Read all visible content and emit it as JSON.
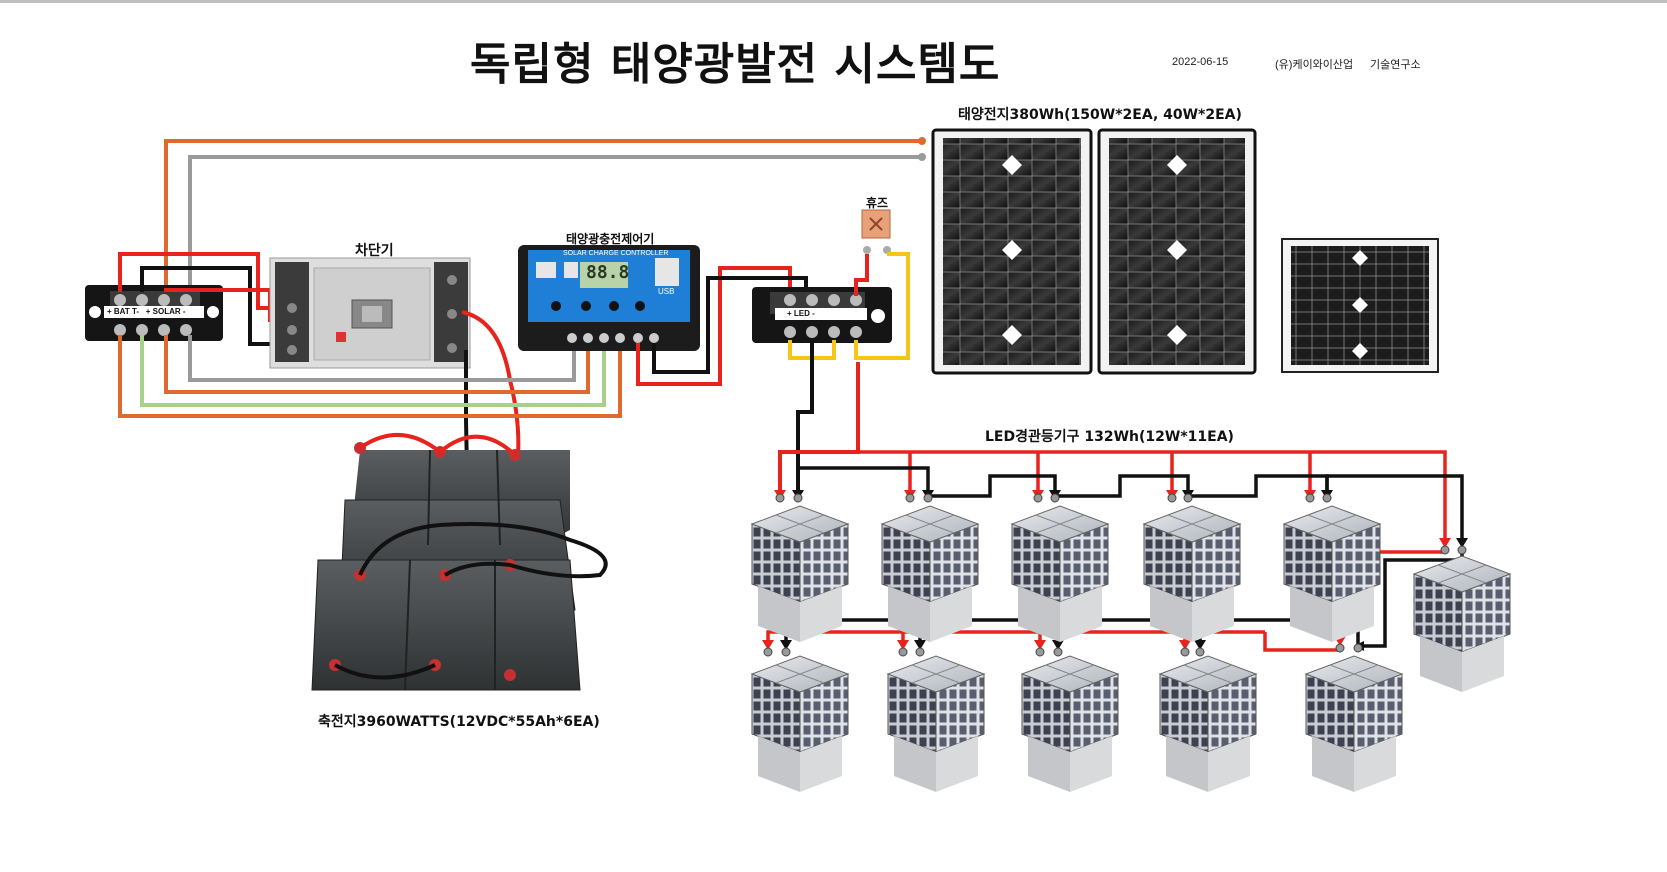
{
  "header": {
    "title": "독립형 태양광발전 시스템도",
    "date": "2022-06-15",
    "company": "(유)케이와이산업",
    "department": "기술연구소"
  },
  "components": {
    "solar_panels_label": "태양전지380Wh(150W*2EA, 40W*2EA)",
    "fuse_label": "휴즈",
    "breaker_label": "차단기",
    "controller_label": "태양광충전제어기",
    "controller_panel_text": "SOLAR CHARGE CONTROLLER",
    "controller_display": "88.8",
    "controller_usb": "USB",
    "terminal_left_text": "+ BAT T-   + SOLAR -",
    "terminal_right_text": "+ LED -",
    "battery_label": "축전지3960WATTS(12VDC*55Ah*6EA)",
    "led_label": "LED경관등기구 132Wh(12W*11EA)"
  },
  "colors": {
    "positive_wire": "#e8231d",
    "negative_wire": "#111111",
    "solar_pos_wire": "#e0692f",
    "solar_neg_wire": "#9a9a9a",
    "green_wire": "#a8d08d",
    "yellow_wire": "#f5c518",
    "controller_blue": "#1f7fd6"
  }
}
